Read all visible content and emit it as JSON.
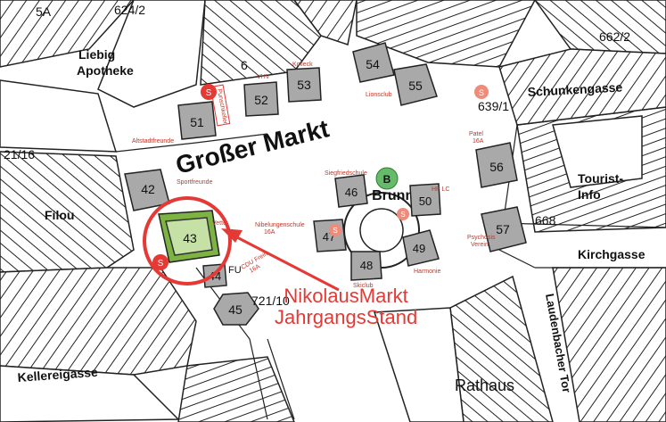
{
  "map": {
    "streets": {
      "grosser_markt": "Großer Markt",
      "schunkengasse": "Schunkengasse",
      "kirchgasse": "Kirchgasse",
      "kellereigasse": "Kellereigasse",
      "laudenbacher_tor": "Laudenbacher Tor"
    },
    "places": {
      "liebig_apotheke": "Liebig\nApotheke",
      "filou": "Filou",
      "tourist_info": "Tourist-\nInfo",
      "rathaus": "Rathaus",
      "brunnen": "Brunnen"
    },
    "parcels": [
      "5A",
      "624/2",
      "21/16",
      "639/1",
      "662/2",
      "668",
      "721/10",
      "6"
    ],
    "stands": [
      "42",
      "43",
      "44",
      "45",
      "46",
      "47",
      "48",
      "49",
      "50",
      "51",
      "52",
      "53",
      "54",
      "55",
      "56",
      "57"
    ],
    "small_labels": {
      "altstadtfreunde": "Altstadtfreunde",
      "sportfreunde": "Sportfreunde",
      "siegfriedschule": "Siegfriedschule",
      "vhv": "VHV",
      "kolleck": "Kolleck",
      "lionsclub": "Lionsclub",
      "patel": "Patel\n16A",
      "nibelungen": "Nibelungenschule\n16A",
      "cdu": "CDU Freim\n16A",
      "skiclub": "Skiclub",
      "harmonie": "Harmonie",
      "psychosis": "Psychosis\nVerein",
      "vette": "Vette",
      "ev": "HP LC",
      "fu": "FU",
      "punch": "Punschkeller"
    },
    "markers": {
      "s": "S",
      "b": "B"
    },
    "annotation": {
      "line1": "NikolausMarkt",
      "line2": "JahrgangsStand"
    },
    "colors": {
      "stand_fill": "#a9a9a9",
      "highlight_fill": "#7cb342",
      "accent_red": "#e53935",
      "marker_green": "#66bb6a",
      "marker_red": "#ef5350"
    }
  }
}
